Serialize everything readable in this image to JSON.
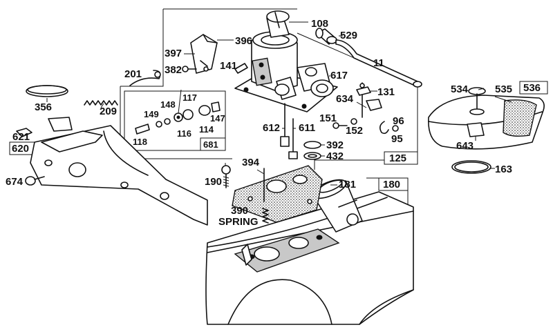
{
  "part_labels": {
    "p108": "108",
    "p396": "396",
    "p397": "397",
    "p382": "382",
    "p201": "201",
    "p141": "141",
    "p529": "529",
    "p11": "11",
    "p617": "617",
    "p131": "131",
    "p634": "634",
    "p96": "96",
    "p95": "95",
    "p151": "151",
    "p152": "152",
    "p612": "612",
    "p611": "611",
    "p392": "392",
    "p432": "432",
    "p125": "125",
    "p117": "117",
    "p148": "148",
    "p149": "149",
    "p147": "147",
    "p116": "116",
    "p114": "114",
    "p118": "118",
    "p681": "681",
    "p356": "356",
    "p209": "209",
    "p621": "621",
    "p620": "620",
    "p674": "674",
    "p190": "190",
    "p394": "394",
    "p181": "181",
    "p180": "180",
    "p390": "390",
    "spring": "SPRING",
    "p534": "534",
    "p535": "535",
    "p536": "536",
    "p643": "643",
    "p163": "163"
  }
}
